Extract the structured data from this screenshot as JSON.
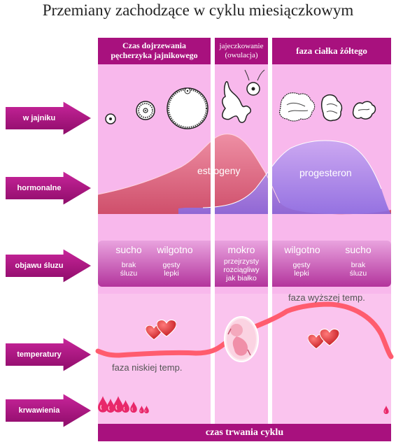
{
  "title": "Przemiany zachodzące w cyklu miesiączkowym",
  "phases": {
    "follicular_line1": "Czas dojrzewania",
    "follicular_line2": "pęcherzyka jajnikowego",
    "ovulation_line1": "jajeczkowanie",
    "ovulation_line2": "(owulacja)",
    "luteal": "faza ciałka żółtego"
  },
  "rows": {
    "ovary": "w jajniku",
    "hormones": "hormonalne",
    "mucus": "objawu śluzu",
    "temperature": "temperatury",
    "bleeding": "krwawienia"
  },
  "hormones": {
    "estrogen": "estrogeny",
    "progesterone": "progesteron"
  },
  "mucus": {
    "s1_main": "sucho",
    "s1_sub1": "brak",
    "s1_sub2": "śluzu",
    "s2_main": "wilgotno",
    "s2_sub1": "gęsty",
    "s2_sub2": "lepki",
    "s3_main": "mokro",
    "s3_sub1": "przejrzysty",
    "s3_sub2": "rozciągliwy",
    "s3_sub3": "jak białko",
    "s4_main": "wilgotno",
    "s4_sub1": "gęsty",
    "s4_sub2": "lepki",
    "s5_main": "sucho",
    "s5_sub1": "brak",
    "s5_sub2": "śluzu"
  },
  "temperature": {
    "low": "faza niskiej temp.",
    "high": "faza wyższej temp."
  },
  "footer": "czas trwania cyklu",
  "colors": {
    "accent": "#a8117e",
    "panel": "#f8b8ec",
    "estrogen": "#d95a72",
    "progesterone": "#9a78e2",
    "temperature_line": "#ff5c6e"
  }
}
